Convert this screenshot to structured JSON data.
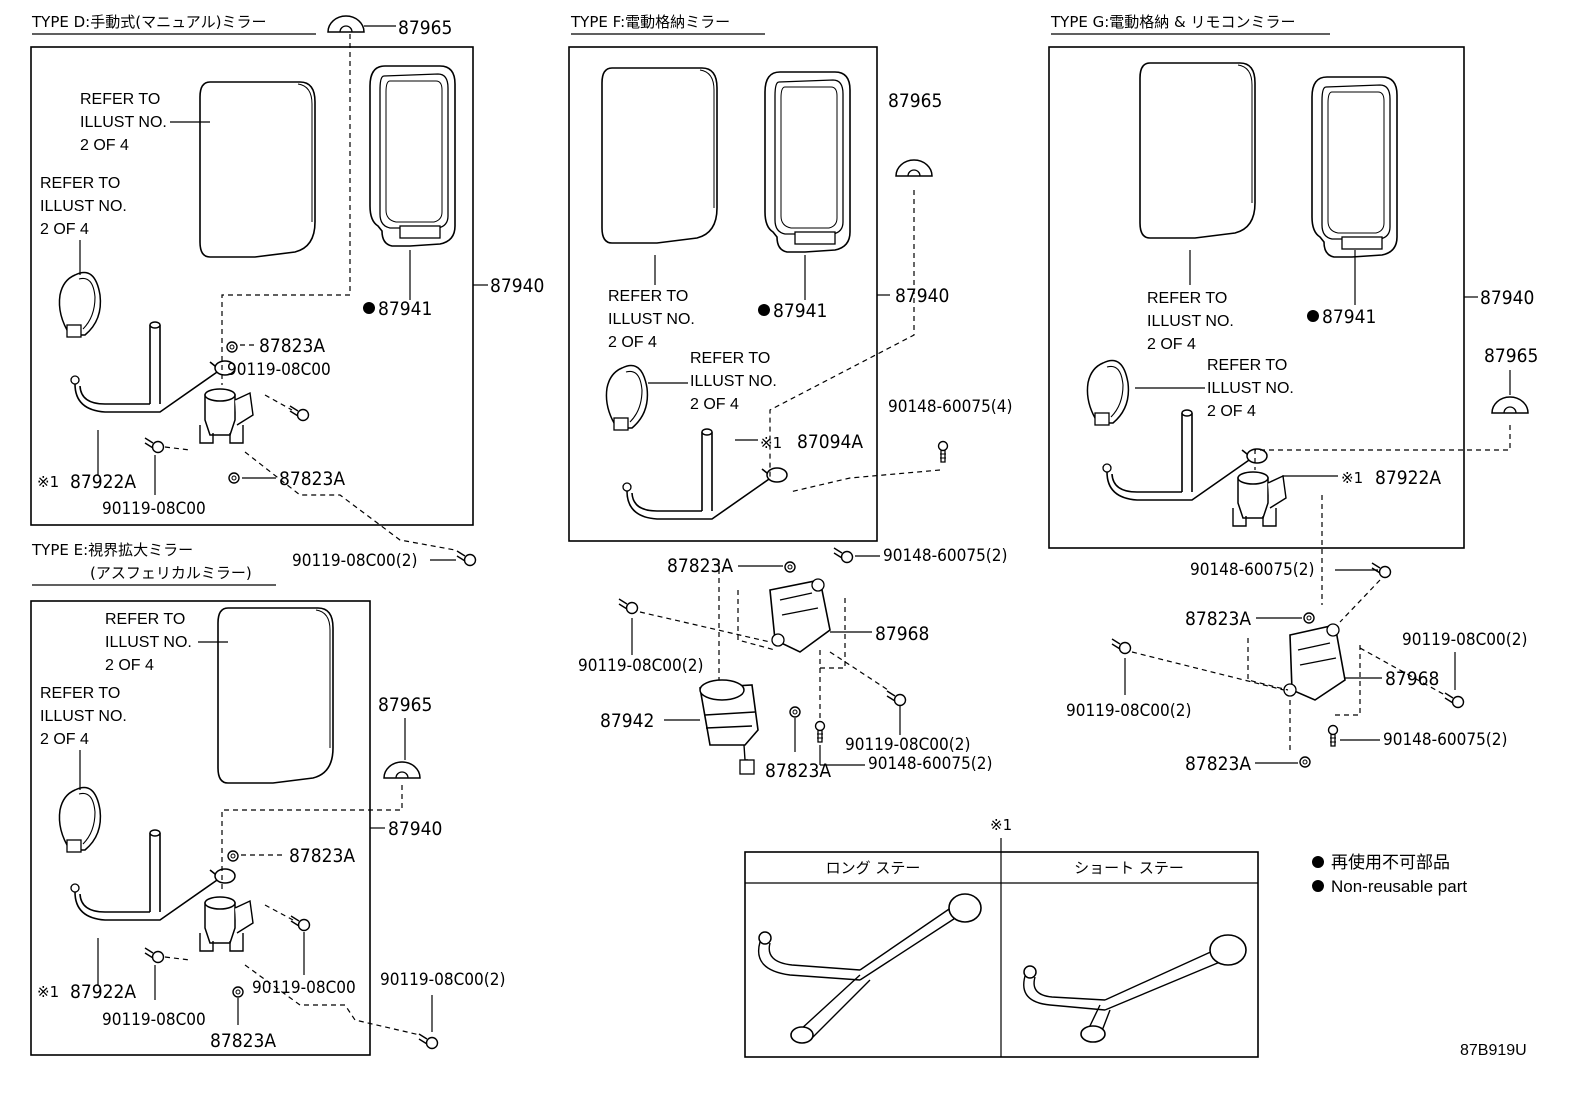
{
  "diagram_code": "87B919U",
  "sections": {
    "type_d": {
      "title": "TYPE D:手動式(マニュアル)ミラー"
    },
    "type_e": {
      "title": "TYPE E:視界拡大ミラー",
      "subtitle": "(アスフェリカルミラー)"
    },
    "type_f": {
      "title": "TYPE F:電動格納ミラー"
    },
    "type_g": {
      "title": "TYPE G:電動格納 & リモコンミラー"
    }
  },
  "refer_note": {
    "line1": "REFER TO",
    "line2": "ILLUST NO.",
    "line3": "2 OF 4"
  },
  "note_mark": "※1",
  "stay_table": {
    "note_mark": "※1",
    "columns": [
      "ロング ステー",
      "ショート ステー"
    ]
  },
  "legend": {
    "items": [
      {
        "text": "再使用不可部品"
      },
      {
        "text": "Non-reusable part"
      }
    ]
  },
  "parts": {
    "p87965": "87965",
    "p87940": "87940",
    "p87941": "87941",
    "p87823A": "87823A",
    "p87922A": "87922A",
    "p87094A": "87094A",
    "p87968": "87968",
    "p87942": "87942",
    "b08C00": "90119-08C00",
    "b08C00x2": "90119-08C00(2)",
    "s60075x4": "90148-60075(4)",
    "s60075x2": "90148-60075(2)"
  }
}
